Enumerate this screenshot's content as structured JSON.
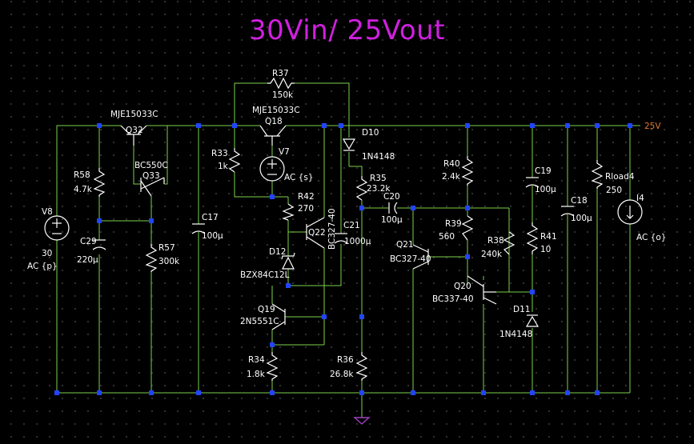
{
  "title": "30Vin/ 25Vout",
  "net_label": "25V",
  "components": {
    "V8": {
      "ref": "V8",
      "value": "30",
      "model": "AC {p}"
    },
    "R58": {
      "ref": "R58",
      "value": "4.7k"
    },
    "C29": {
      "ref": "C29",
      "value": "220µ"
    },
    "Q32": {
      "ref": "Q32",
      "model": "MJE15033C"
    },
    "Q33": {
      "ref": "Q33",
      "model": "BC550C"
    },
    "R57": {
      "ref": "R57",
      "value": "300k"
    },
    "C17": {
      "ref": "C17",
      "value": "100µ"
    },
    "R37": {
      "ref": "R37",
      "value": "150k"
    },
    "Q18": {
      "ref": "Q18",
      "model": "MJE15033C"
    },
    "R33": {
      "ref": "R33",
      "value": "1k"
    },
    "V7": {
      "ref": "V7",
      "model": "AC {s}"
    },
    "R42": {
      "ref": "R42",
      "value": "270"
    },
    "Q22": {
      "ref": "Q22",
      "model": "BC327-40"
    },
    "C21": {
      "ref": "C21",
      "value": "1000µ"
    },
    "D12": {
      "ref": "D12",
      "model": "BZX84C12L"
    },
    "Q19": {
      "ref": "Q19",
      "model": "2N5551C"
    },
    "R34": {
      "ref": "R34",
      "value": "1.8k"
    },
    "D10": {
      "ref": "D10",
      "model": "1N4148"
    },
    "R35": {
      "ref": "R35",
      "value": "23.2k"
    },
    "C20": {
      "ref": "C20",
      "value": "100µ"
    },
    "R36": {
      "ref": "R36",
      "value": "26.8k"
    },
    "R40": {
      "ref": "R40",
      "value": "2.4k"
    },
    "R39": {
      "ref": "R39",
      "value": "560"
    },
    "Q21": {
      "ref": "Q21",
      "model": "BC327-40"
    },
    "R38": {
      "ref": "R38",
      "value": "240k"
    },
    "Q20": {
      "ref": "Q20",
      "model": "BC337-40"
    },
    "C19": {
      "ref": "C19",
      "value": "100µ"
    },
    "R41": {
      "ref": "R41",
      "value": "10"
    },
    "D11": {
      "ref": "D11",
      "model": "1N4148"
    },
    "C18": {
      "ref": "C18",
      "value": "100µ"
    },
    "Rload4": {
      "ref": "Rload4",
      "value": "250"
    },
    "I4": {
      "ref": "I4",
      "model": "AC {o}"
    }
  },
  "colors": {
    "background": "#000000",
    "wire": "#7ad24a",
    "component": "#ffffff",
    "junction": "#2244ff",
    "title": "#d020e0",
    "net_label": "#e07a30",
    "ground": "#a040c0"
  }
}
